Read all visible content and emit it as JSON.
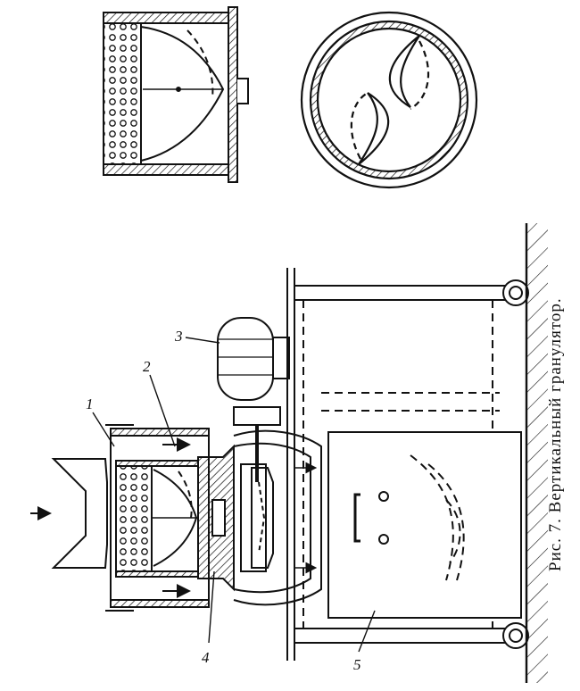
{
  "figure": {
    "caption": "Рис. 7. Вертикальный гранулятор.",
    "labels": [
      {
        "id": "1",
        "text": "1"
      },
      {
        "id": "2",
        "text": "2"
      },
      {
        "id": "3",
        "text": "3"
      },
      {
        "id": "4",
        "text": "4"
      },
      {
        "id": "5",
        "text": "5"
      }
    ]
  }
}
